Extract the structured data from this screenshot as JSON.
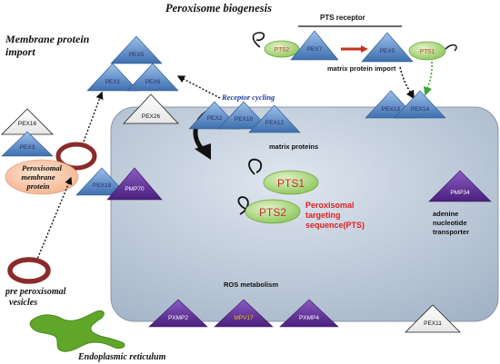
{
  "title": "Peroxisome biogenesis",
  "section_label": "Membrane protein import",
  "section_label_lines": [
    "Membrane protein",
    "import"
  ],
  "pts_receptor_label": "PTS receptor",
  "matrix_protein_import_label": "matrix protein import",
  "receptor_cycling_label": "Receptor cycling",
  "matrix_proteins_label": "matrix proteins",
  "ros_metabolism_label": "ROS metabolism",
  "peroxisomal_membrane_protein_lines": [
    "Peroxisomal",
    "membrane",
    "protein"
  ],
  "pre_peroxisomal_vesicles_lines": [
    "pre peroxisomal",
    "vesicles"
  ],
  "er_label": "Endoplasmic reticulum",
  "targeting_sequence_lines": [
    "Peroxisomal",
    "targeting",
    "sequence(PTS)"
  ],
  "adenine_transporter_lines": [
    "adenine",
    "nucleotide",
    "transporter"
  ],
  "proteins": {
    "pts2_top": "PTS2",
    "pex7_top": "PEX7",
    "pex5_top": "PEX5",
    "pts1_top": "PTS1",
    "pex5_left": "PEX5",
    "pex1": "PEX1",
    "pex6": "PEX6",
    "pex16": "PEX16",
    "pex3": "PEX3",
    "pex26": "PEX26",
    "pex2": "PEX2",
    "pex10": "PEX10",
    "pex12": "PEX12",
    "pex13": "PEX13",
    "pex14": "PEX14",
    "pex19": "PEX19",
    "pmp70": "PMP70",
    "pmp34": "PMP34",
    "pxmp2": "PXMP2",
    "mpv17": "MPV17",
    "pxmp4": "PXMP4",
    "pex11": "PEX11",
    "pts1_big": "PTS1",
    "pts2_big": "PTS2"
  },
  "colors": {
    "blue_protein": "#4f81bd",
    "purple_protein": "#5b2c8e",
    "white_protein": "#ffffff",
    "green_pts": "#a9d56b",
    "peroxisome_fill": "#bfc9d6",
    "membrane_protein_fill": "#f8cbad",
    "vesicle_ring": "#8b2a2a",
    "er_green": "#5fa629",
    "red_text": "#e02020",
    "receptor_cycling_blue": "#1f3d99"
  }
}
